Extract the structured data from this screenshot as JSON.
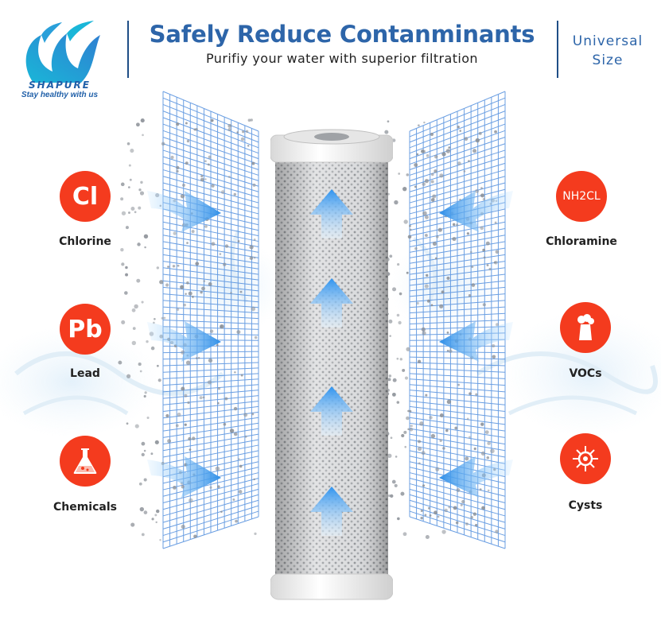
{
  "header": {
    "brand": "SHAPURE",
    "tagline": "Stay healthy with us",
    "title": "Safely Reduce Contanminants",
    "subtitle": "Purifiy your water with superior filtration",
    "universal_line1": "Universal",
    "universal_line2": "Size"
  },
  "contaminants_left": [
    {
      "symbol": "Cl",
      "label": "Chlorine"
    },
    {
      "symbol": "Pb",
      "label": "Lead"
    },
    {
      "symbol": "",
      "icon": "flask-icon",
      "label": "Chemicals"
    }
  ],
  "contaminants_right": [
    {
      "symbol": "NH2CL",
      "label": "Chloramine"
    },
    {
      "symbol": "",
      "icon": "factory-icon",
      "label": "VOCs"
    },
    {
      "symbol": "",
      "icon": "germ-icon",
      "label": "Cysts"
    }
  ],
  "colors": {
    "brand_blue": "#2d65a9",
    "badge_red": "#f43b1e",
    "mesh_blue": "#3a7fd9",
    "arrow_blue": "#4aa8f0"
  }
}
